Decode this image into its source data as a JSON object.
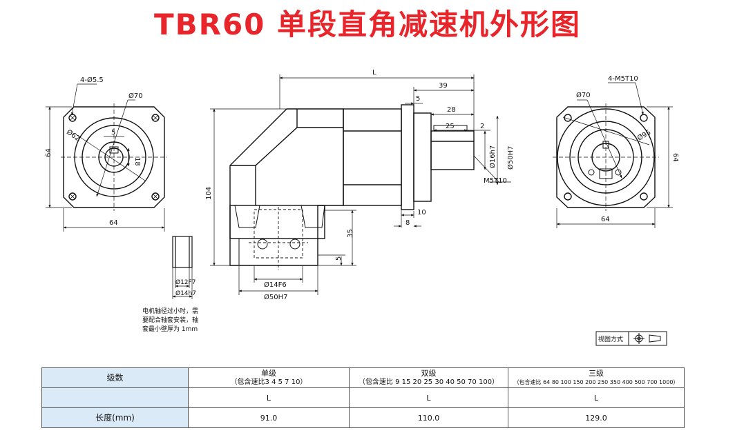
{
  "title": "TBR60 单段直角减速机外形图",
  "dims": {
    "left_holes": "4-Ø5.5",
    "left_pilot": "Ø70",
    "left_pcd": "Ø62",
    "left_key": "5",
    "left_shaft": "18",
    "left_height": "64",
    "left_width": "64",
    "length_L": "L",
    "d39": "39",
    "d5": "5",
    "d28": "28",
    "d25": "25",
    "d2": "2",
    "d16": "Ø16h7",
    "d50": "Ø50H7",
    "m5": "M5T10",
    "d104": "104",
    "d10": "10",
    "d8": "8",
    "d35": "35",
    "d5b": "5",
    "d14": "Ø14F6",
    "d50b": "Ø50H7",
    "sleeve_in": "Ø12F7",
    "sleeve_out": "Ø14h7",
    "right_holes": "4-M5T10",
    "right_pilot": "Ø70",
    "right_pcd": "Ø95",
    "right_height": "64",
    "right_width": "64"
  },
  "note": [
    "电机轴径过小时，需",
    "要配合轴套安装，轴",
    "套最小壁厚为  1mm"
  ],
  "view_label": "视图方式",
  "table": {
    "col0_header": "级数",
    "single": {
      "name": "单级",
      "ratios": "（包含速比3  4  5  7  10）"
    },
    "double": {
      "name": "双级",
      "ratios": "（包含速比 9 15 20 25 30 40 50 70 100）"
    },
    "triple": {
      "name": "三级",
      "ratios": "（包含速比 64 80 100 150 200 250 350 400 500 700 1000）"
    },
    "row_L": {
      "single": "L",
      "double": "L",
      "triple": "L"
    },
    "length_label": "长度(mm)",
    "row_len": {
      "single": "91.0",
      "double": "110.0",
      "triple": "129.0"
    }
  }
}
